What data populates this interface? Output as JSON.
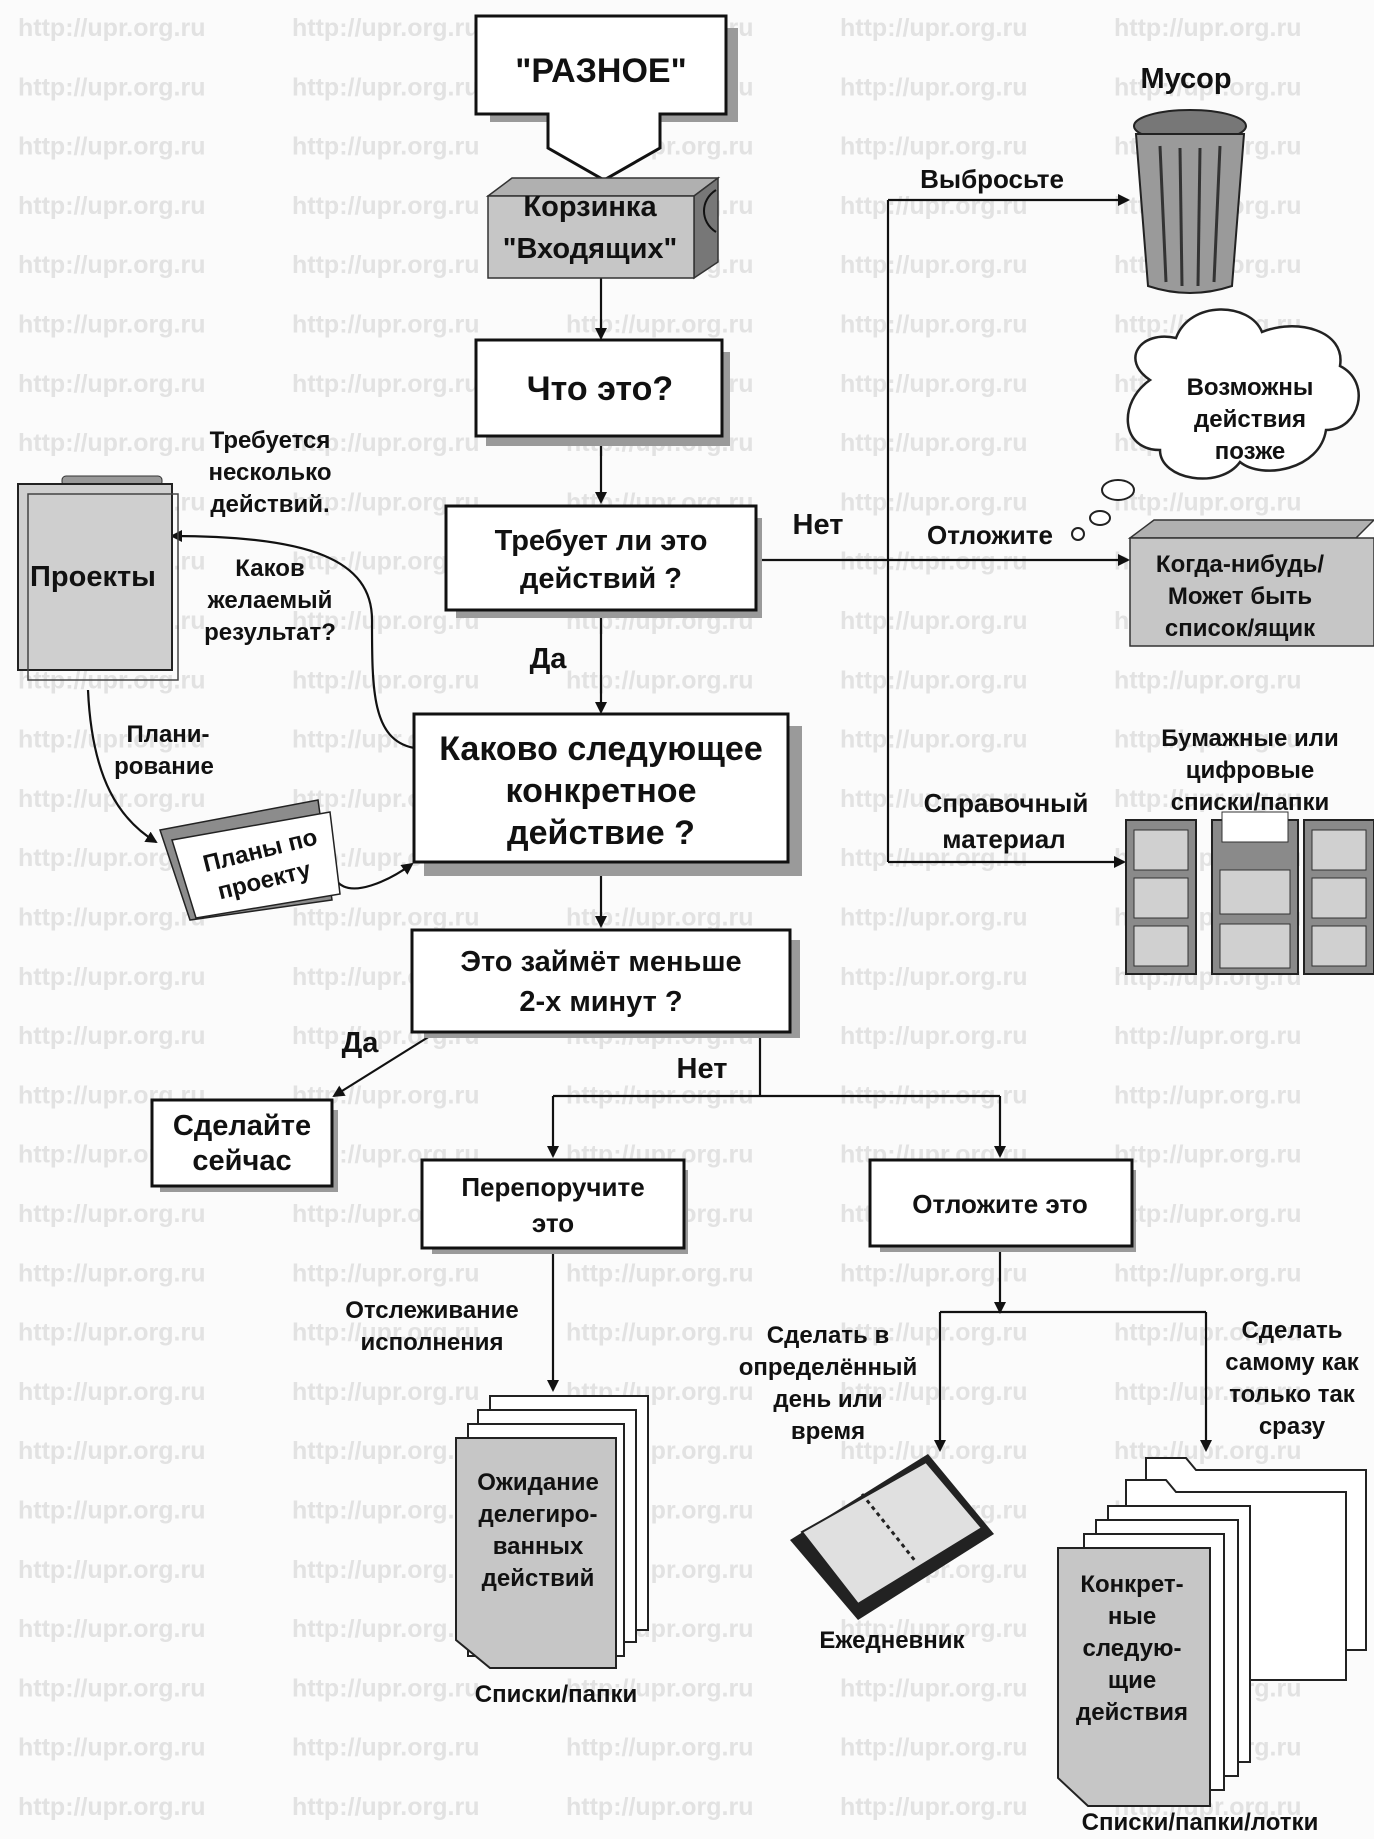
{
  "watermark": "http://upr.org.ru",
  "nodes": {
    "stuff": "\"РАЗНОЕ\"",
    "inbox": [
      "Корзинка",
      "\"Входящих\""
    ],
    "what_is_it": "Что это?",
    "actionable": [
      "Требует ли это",
      "действий ?"
    ],
    "next_action": [
      "Каково следующее",
      "конкретное",
      "действие ?"
    ],
    "two_minutes": [
      "Это займёт меньше",
      "2-х минут ?"
    ],
    "do_it": [
      "Сделайте",
      "сейчас"
    ],
    "delegate": [
      "Перепоручите",
      "это"
    ],
    "defer": "Отложите это",
    "projects": "Проекты",
    "project_plans": [
      "Планы по",
      "проекту"
    ],
    "trash": "Мусор",
    "maybe_cloud": [
      "Возможны",
      "действия",
      "позже"
    ],
    "someday": [
      "Когда-нибудь/",
      "Может быть",
      "список/ящик"
    ],
    "reference_title": [
      "Бумажные или",
      "цифровые",
      "списки/папки"
    ],
    "waiting": [
      "Ожидание",
      "делегиро-",
      "ванных",
      "действий"
    ],
    "calendar": "Ежедневник",
    "next_actions": [
      "Конкрет-",
      "ные",
      "следую-",
      "щие",
      "действия"
    ]
  },
  "labels": {
    "throw_away": "Выбросьте",
    "incubate": "Отложите",
    "reference": [
      "Справочный",
      "материал"
    ],
    "no": "Нет",
    "yes": "Да",
    "multi_step": [
      "Требуется",
      "несколько",
      "действий.",
      "Каков",
      "желаемый",
      "результат?"
    ],
    "planning": [
      "Плани-",
      "рование"
    ],
    "tracking": [
      "Отслеживание",
      "исполнения"
    ],
    "specific_time": [
      "Сделать в",
      "определённый",
      "день или",
      "время"
    ],
    "asap": [
      "Сделать",
      "самому как",
      "только так",
      "сразу"
    ],
    "lists_folders": "Списки/папки",
    "lists_folders_trays": "Списки/папки/лотки"
  },
  "colors": {
    "shadow": "#9a9a9a",
    "watermark": "#e2e2e2",
    "ink": "#111111"
  }
}
